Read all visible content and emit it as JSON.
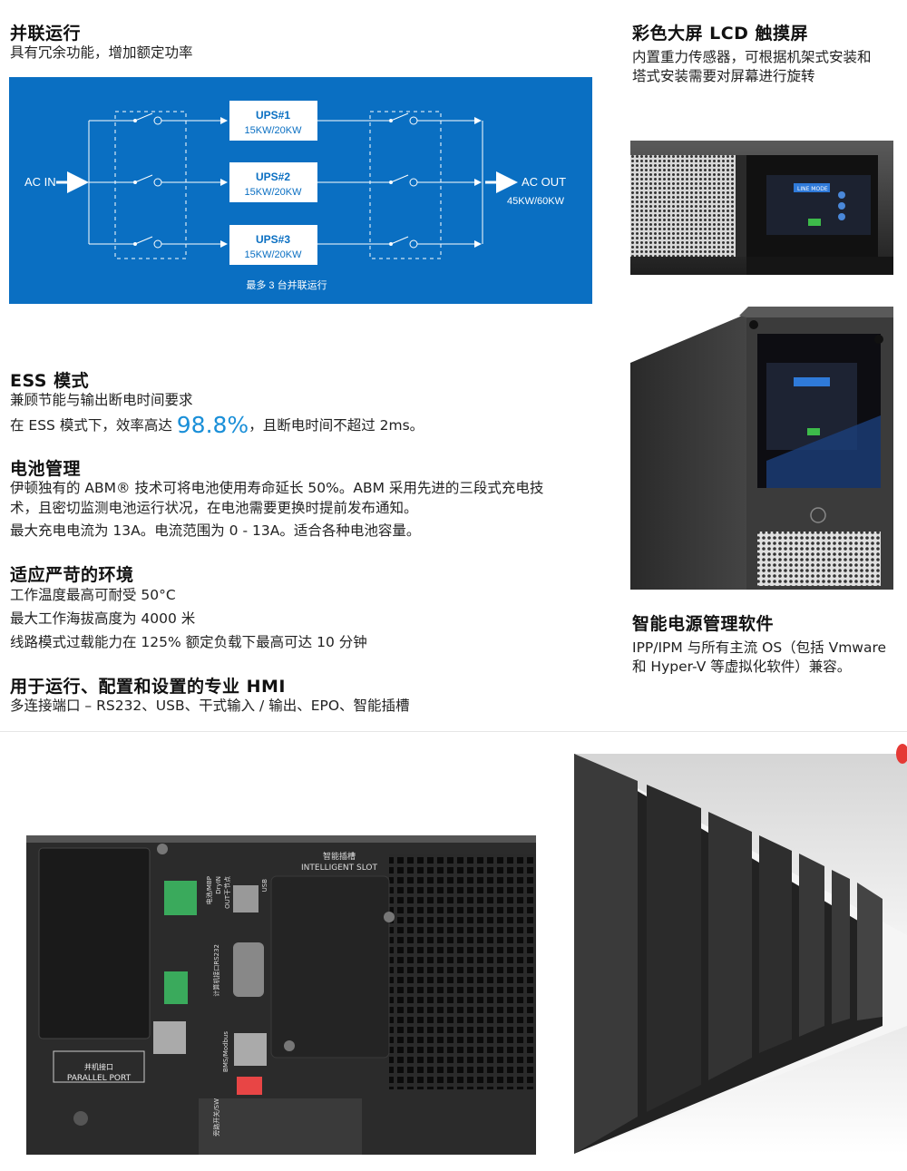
{
  "parallel": {
    "title": "并联运行",
    "subtitle": "具有冗余功能，增加额定功率",
    "diagram": {
      "ac_in": "AC IN",
      "ac_out": "AC OUT",
      "out_rating": "45KW/60KW",
      "ups": [
        {
          "name": "UPS#1",
          "rating": "15KW/20KW"
        },
        {
          "name": "UPS#2",
          "rating": "15KW/20KW"
        },
        {
          "name": "UPS#3",
          "rating": "15KW/20KW"
        }
      ],
      "caption": "最多 3 台并联运行"
    }
  },
  "lcd": {
    "title": "彩色大屏 LCD 触摸屏",
    "line1": "内置重力传感器，可根据机架式安装和",
    "line2": "塔式安装需要对屏幕进行旋转",
    "screen_label": "LINE MODE"
  },
  "ess": {
    "title": "ESS 模式",
    "subtitle": "兼顾节能与输出断电时间要求",
    "text_before": "在 ESS 模式下，效率高达 ",
    "efficiency": "98.8%",
    "text_after": "，且断电时间不超过 2ms。"
  },
  "battery": {
    "title": "电池管理",
    "line1": "伊顿独有的 ABM® 技术可将电池使用寿命延长 50%。ABM 采用先进的三段式充电技",
    "line2": "术，且密切监测电池运行状况，在电池需要更换时提前发布通知。",
    "line3": "最大充电电流为 13A。电流范围为 0 - 13A。适合各种电池容量。"
  },
  "environment": {
    "title": "适应严苛的环境",
    "lines": [
      "工作温度最高可耐受 50°C",
      "最大工作海拔高度为 4000 米",
      "线路模式过载能力在 125% 额定负载下最高可达 10 分钟"
    ]
  },
  "hmi": {
    "title": "用于运行、配置和设置的专业 HMI",
    "subtitle": "多连接端口 – RS232、USB、干式输入 / 输出、EPO、智能插槽"
  },
  "software": {
    "title": "智能电源管理软件",
    "line1": "IPP/IPM 与所有主流 OS（包括 Vmware",
    "line2": "和 Hyper-V 等虚拟化软件）兼容。"
  },
  "rear_panel": {
    "slot_cn": "智能插槽",
    "slot_en": "INTELLIGENT SLOT",
    "parallel_cn": "并机接口",
    "parallel_en": "PARALLEL PORT",
    "labels": [
      "电池/MBP",
      "DryIN",
      "OUT干节点",
      "USB",
      "计算机接口RS232",
      "BMS/Modbus",
      "旁路开关/SW"
    ]
  }
}
